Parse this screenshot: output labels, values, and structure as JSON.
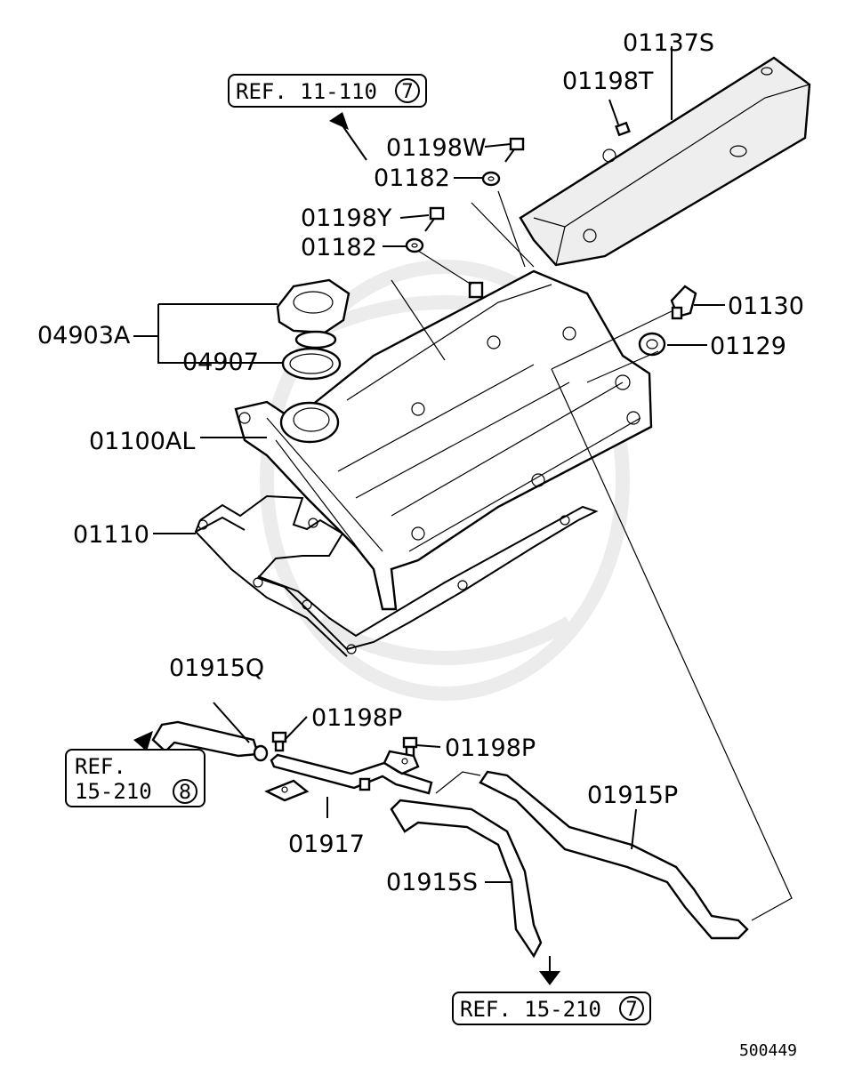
{
  "diagram_id": "500449",
  "references": [
    {
      "text": "REF. 11-110",
      "circle": "7"
    },
    {
      "text_lines": [
        "REF.",
        "15-210"
      ],
      "circle": "8"
    },
    {
      "text": "REF. 15-210",
      "circle": "7"
    }
  ],
  "parts": {
    "p01137S": "01137S",
    "p01198T": "01198T",
    "p01198W": "01198W",
    "p01182a": "01182",
    "p01198Y": "01198Y",
    "p01182b": "01182",
    "p01130": "01130",
    "p01129": "01129",
    "p04903A": "04903A",
    "p04907": "04907",
    "p01100AL": "01100AL",
    "p01110": "01110",
    "p01915Q": "01915Q",
    "p01198Pa": "01198P",
    "p01198Pb": "01198P",
    "p01917": "01917",
    "p01915P": "01915P",
    "p01915S": "01915S"
  }
}
